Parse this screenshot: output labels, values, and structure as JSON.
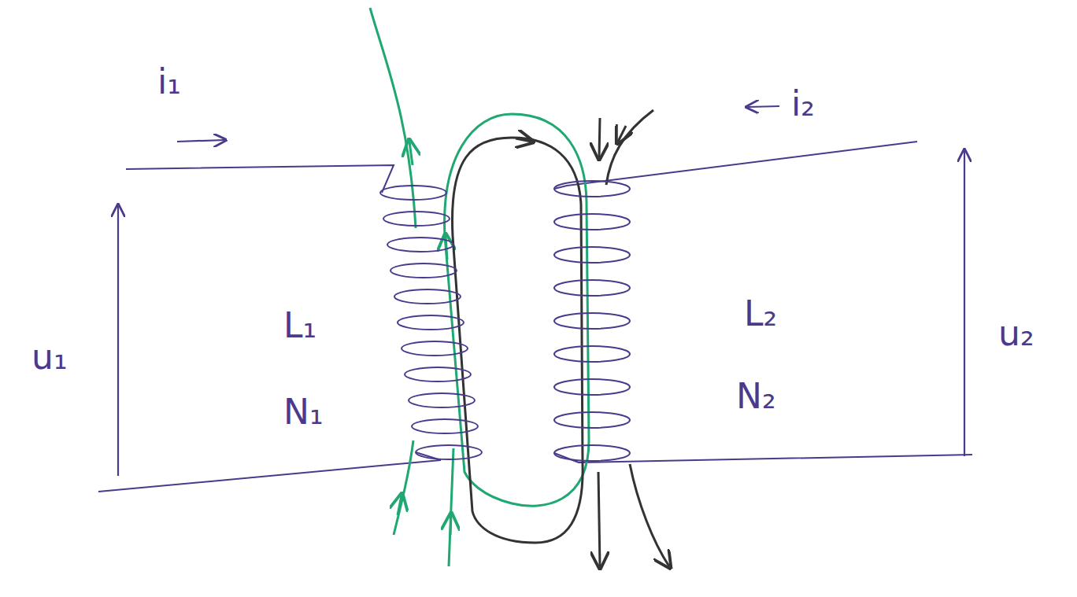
{
  "diagram": {
    "labels": [
      "i₁",
      "i₂",
      "u₁",
      "u₂",
      "L₁",
      "N₁",
      "L₂",
      "N₂"
    ]
  }
}
